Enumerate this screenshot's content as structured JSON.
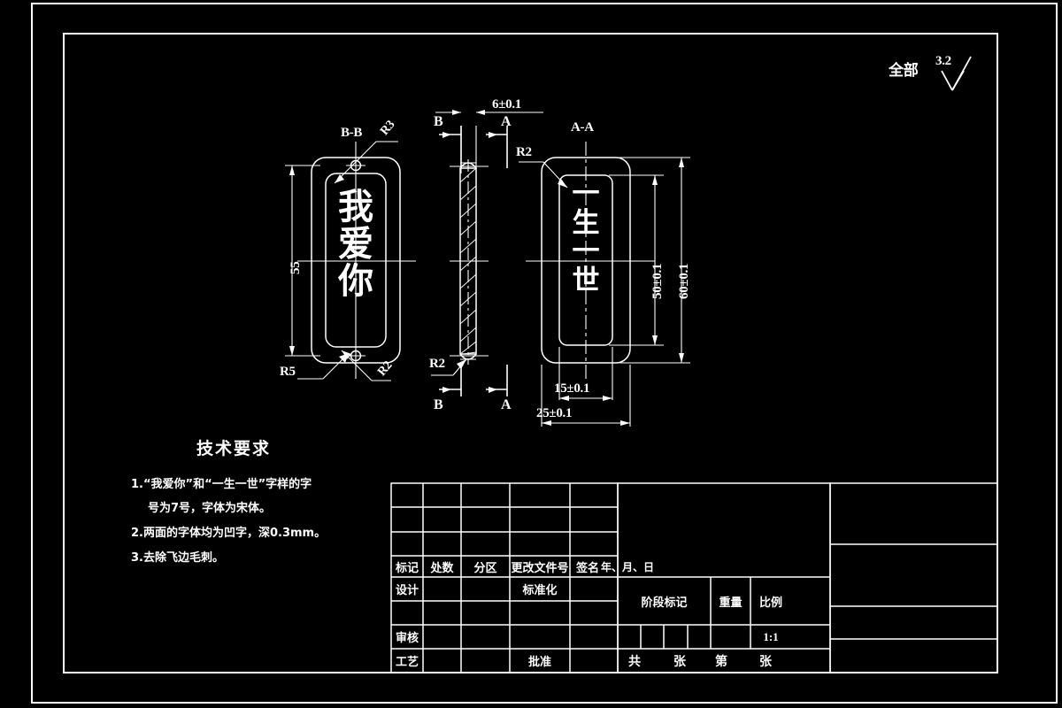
{
  "drawing": {
    "background_color": "#000000",
    "line_color": "#ffffff",
    "surface_note": {
      "label": "全部",
      "roughness": "3.2"
    },
    "views": {
      "front": {
        "section_label": "B-B",
        "engraved_text": "我爱你",
        "dimensions": {
          "height": "55",
          "corner_radius_outer": "R5",
          "corner_radius_inner_top": "R3",
          "corner_radius_inner_bottom": "R2"
        }
      },
      "side": {
        "section_marks": [
          "B",
          "A",
          "B",
          "A"
        ],
        "dimensions": {
          "thickness": "6±0.1",
          "edge_radius": "R2"
        }
      },
      "section_aa": {
        "section_label": "A-A",
        "engraved_text": "生一世",
        "engraved_chars": [
          "一",
          "生",
          "一",
          "世"
        ],
        "dimensions": {
          "inner_height": "50±0.1",
          "outer_height": "60±0.1",
          "inner_width": "15±0.1",
          "outer_width": "25±0.1",
          "corner_radius": "R2"
        }
      }
    },
    "technical_requirements": {
      "title": "技术要求",
      "items": [
        "1.“我爱你”和“一生一世”字样的字",
        "号为7号，字体为宋体。",
        "2.两面的字体均为凹字，深0.3mm。",
        "3.去除飞边毛刺。"
      ]
    },
    "title_block": {
      "revision_headers": [
        "标记",
        "处数",
        "分区",
        "更改文件号",
        "签名",
        "年、月、日"
      ],
      "role_rows": [
        {
          "role": "设计",
          "second_role": "标准化"
        },
        {
          "role": "",
          "second_role": ""
        },
        {
          "role": "审核",
          "second_role": ""
        },
        {
          "role": "工艺",
          "second_role": "批准"
        }
      ],
      "right_headers": [
        "阶段标记",
        "重量",
        "比例"
      ],
      "scale_value": "1:1",
      "sheet_line": [
        "共",
        "张",
        "第",
        "张"
      ],
      "empty_rows": 3
    }
  }
}
